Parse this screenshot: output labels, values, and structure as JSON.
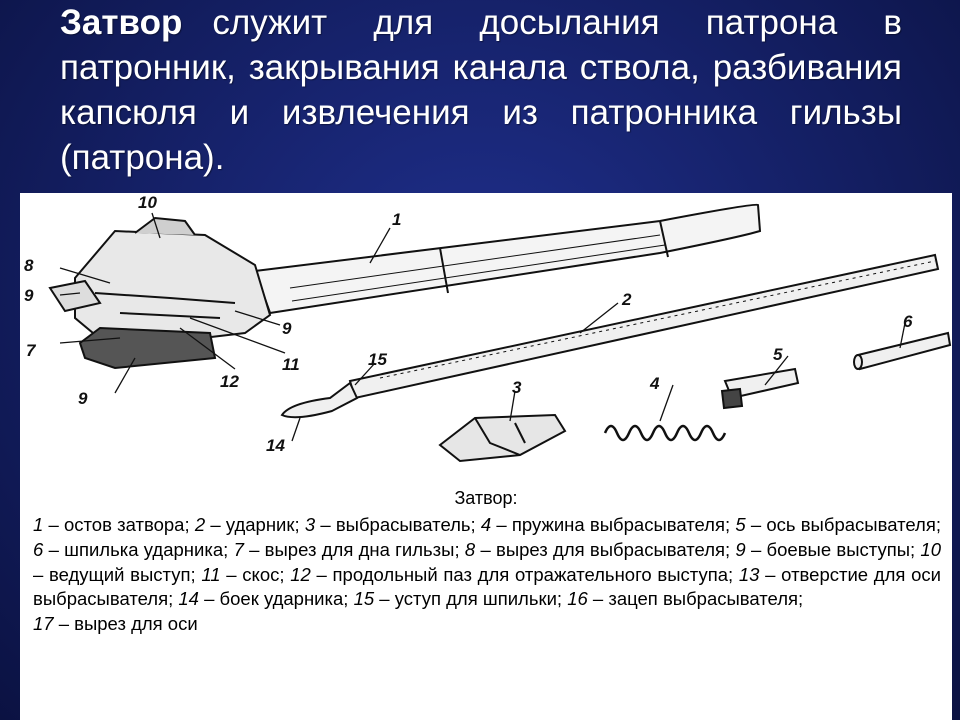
{
  "heading": {
    "term": "Затвор",
    "text": "служит для досылания патрона в патронник, закрывания канала ствола, разбивания капсюля и извлечения из патронника гильзы (патрона)."
  },
  "figure": {
    "part_numbers": [
      "10",
      "1",
      "8",
      "9",
      "9",
      "7",
      "11",
      "12",
      "9",
      "2",
      "6",
      "5",
      "15",
      "4",
      "3",
      "14"
    ],
    "caption_title": "Затвор:",
    "legend": [
      {
        "n": "1",
        "text": " – остов затвора; "
      },
      {
        "n": "2",
        "text": " – ударник; "
      },
      {
        "n": "3",
        "text": " – выбрасыватель; "
      },
      {
        "n": "4",
        "text": " – пружина выбрасывателя; "
      },
      {
        "n": "5",
        "text": " – ось выбрасывателя; "
      },
      {
        "n": "6",
        "text": " – шпилька ударника; "
      },
      {
        "n": "7",
        "text": " –  вырез для дна гильзы; "
      },
      {
        "n": "8",
        "text": " – вырез для выбрасывателя; "
      },
      {
        "n": "9",
        "text": " – боевые выступы; "
      },
      {
        "n": "10",
        "text": " –  ведущий выступ; "
      },
      {
        "n": "11",
        "text": " – скос; "
      },
      {
        "n": "12",
        "text": " – продольный паз для отражательного выступа; "
      },
      {
        "n": "13",
        "text": " – отверстие для оси выбрасывателя; "
      },
      {
        "n": "14",
        "text": " – боек ударника; "
      },
      {
        "n": "15",
        "text": " –  уступ для шпильки; "
      },
      {
        "n": "16",
        "text": " –  зацеп выбрасывателя; "
      },
      {
        "n": "17",
        "text": " –  вырез для оси"
      }
    ]
  }
}
